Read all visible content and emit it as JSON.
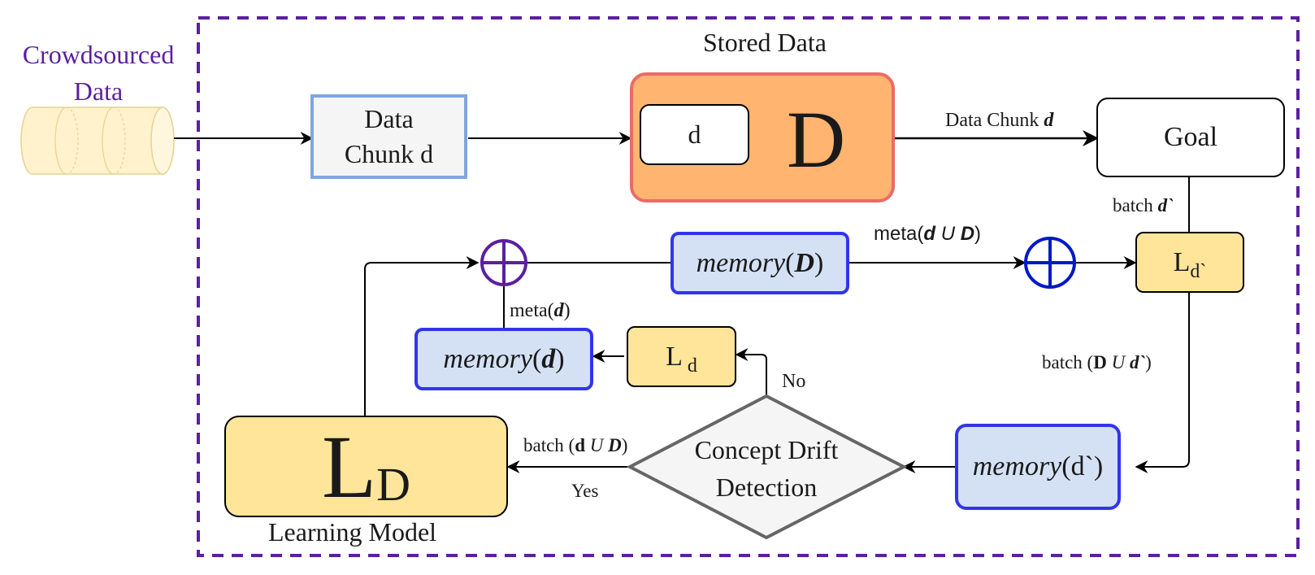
{
  "source": {
    "line1": "Crowdsourced",
    "line2": "Data"
  },
  "stored_data_title": "Stored Data",
  "chunk": {
    "line1": "Data",
    "line2": "Chunk d"
  },
  "stored": {
    "inner": "d",
    "big": "D"
  },
  "goal": "Goal",
  "labels": {
    "data_chunk_text": "Data Chunk ",
    "data_chunk_var": "d",
    "batch_dprime_text": "batch ",
    "batch_dprime_var": "d`",
    "meta_dud_prefix": "meta(",
    "meta_dud_d": "d",
    "meta_dud_u": " U ",
    "meta_dud_D": "D",
    "meta_dud_suffix": ")",
    "meta_d_prefix": "meta(",
    "meta_d_var": "d",
    "meta_d_suffix": ")",
    "batch_Dud_prefix": "batch (",
    "batch_Dud_D": "D",
    "batch_Dud_u": " U ",
    "batch_Dud_d": "d`",
    "batch_Dud_suffix": ")",
    "no": "No",
    "yes": "Yes",
    "batch_duD_prefix": "batch (",
    "batch_duD_d": "d",
    "batch_duD_u": " U ",
    "batch_duD_D": "D",
    "batch_duD_suffix": ")"
  },
  "memory_D": {
    "fn": "memory",
    "open": "(",
    "arg": "D",
    "close": ")"
  },
  "memory_d": {
    "fn": "memory",
    "open": "(",
    "arg": "d",
    "close": ")"
  },
  "memory_dprime": {
    "fn": "memory",
    "arg": "(d`)"
  },
  "L_dprime": {
    "base": "L",
    "sub": "d`"
  },
  "L_d": {
    "base": "L",
    "sub": "d"
  },
  "L_D": {
    "base": "L",
    "sub": "D"
  },
  "learning_model_label": "Learning Model",
  "decision": {
    "line1": "Concept Drift",
    "line2": "Detection"
  },
  "colors": {
    "frame": "#5b1fa0",
    "source_text": "#5b1fa0",
    "chunk_stroke": "#7ea6e0",
    "chunk_fill": "#f5f5f5",
    "stored_fill": "#ffb570",
    "stored_stroke": "#ea6b66",
    "memory_fill": "#d4e1f5",
    "memory_stroke": "#3333ee",
    "L_fill": "#ffe599",
    "oplus_purple": "#5b1fa0",
    "oplus_blue": "#0019c8",
    "diamond_fill": "#f5f5f5",
    "diamond_stroke": "#666666"
  }
}
